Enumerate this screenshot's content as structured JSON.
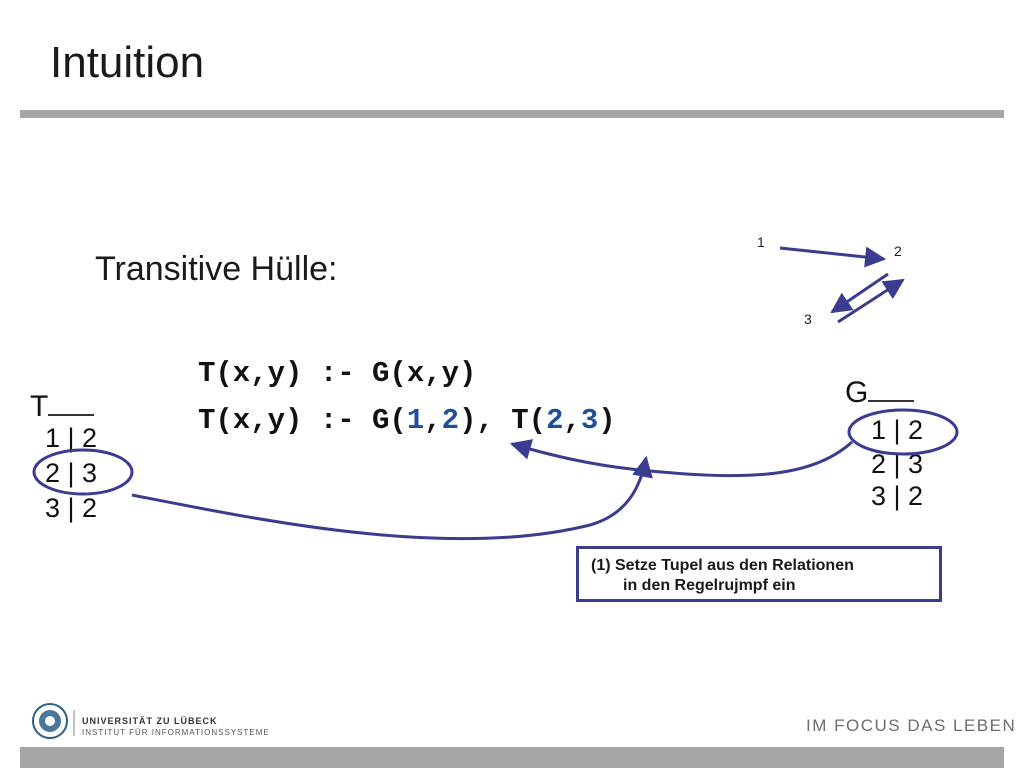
{
  "slide": {
    "title": "Intuition",
    "subtitle": "Transitive Hülle:",
    "rule1": "T(x,y) :- G(x,y)",
    "rule2": {
      "p1": "T(x,y) :- G(",
      "a": "1",
      "c1": ",",
      "b": "2",
      "p2": "), T(",
      "c": "2",
      "c2": ",",
      "d": "3",
      "p3": ")"
    }
  },
  "relation_t": {
    "name": "T",
    "rows": [
      "1 | 2",
      "2 | 3",
      "3 | 2"
    ]
  },
  "relation_g": {
    "name": "G",
    "rows": [
      "1 | 2",
      "2 | 3",
      "3 | 2"
    ]
  },
  "note": {
    "line1": "(1) Setze Tupel aus den Relationen",
    "line2": "in den Regelrujmpf ein"
  },
  "graph": {
    "nodes": [
      "1",
      "2",
      "3"
    ]
  },
  "footer": {
    "university": "UNIVERSITÄT ZU LÜBECK",
    "institute": "INSTITUT FÜR INFORMATIONSSYSTEME",
    "slogan": "IM FOCUS DAS LEBEN"
  },
  "colors": {
    "accent_blue": "#1f4e9c",
    "annotation": "#3b3b8f",
    "rule_gray": "#a6a6a6"
  }
}
